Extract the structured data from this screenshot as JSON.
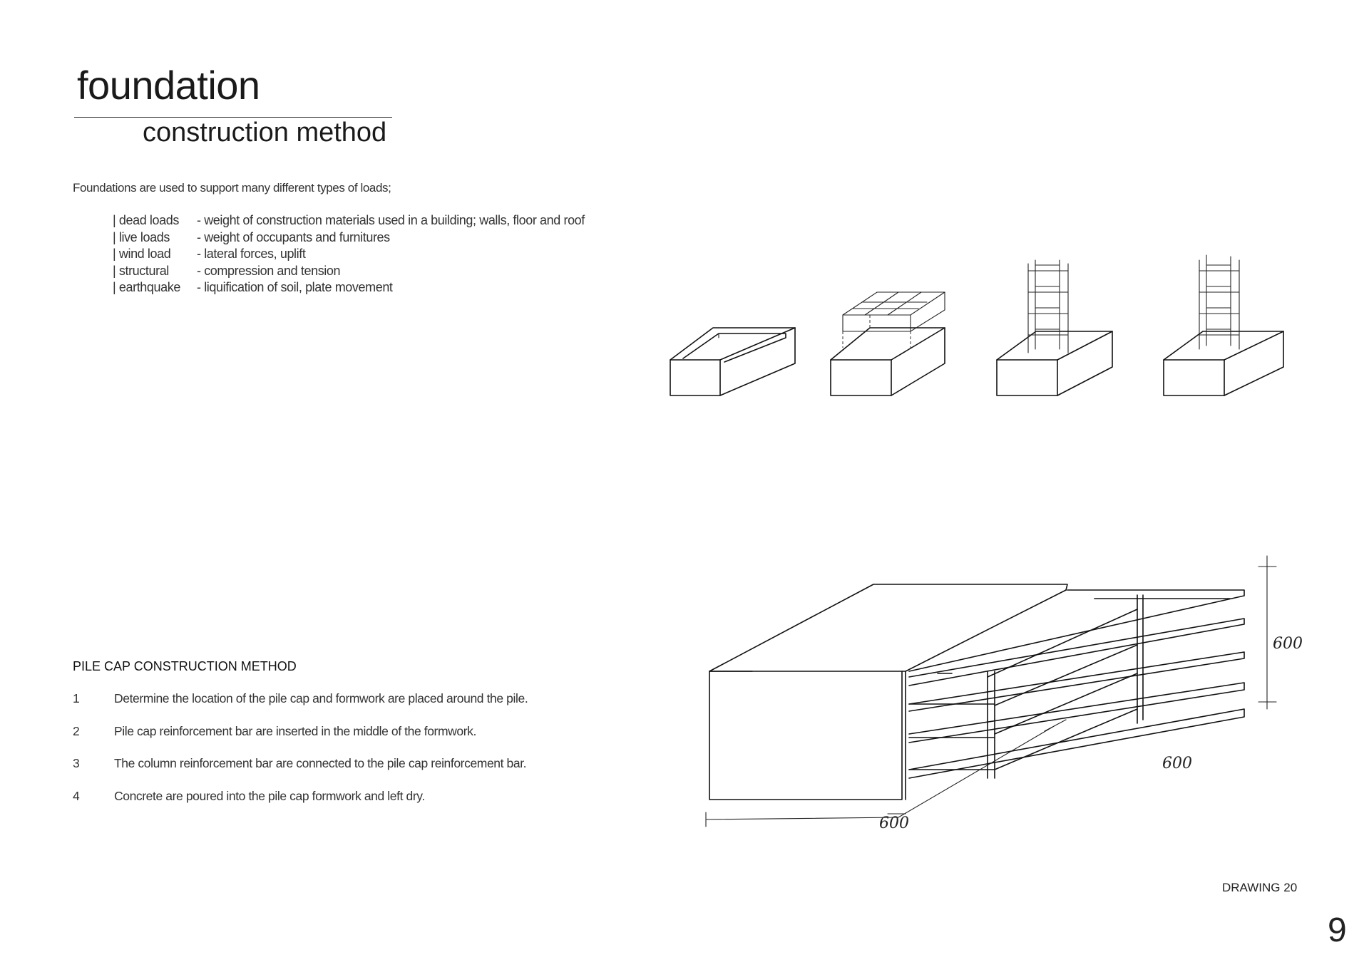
{
  "page": {
    "title": "foundation",
    "subtitle": "construction method",
    "intro": "Foundations are used to support many different types of loads;",
    "loads": [
      {
        "name": "| dead loads",
        "desc": "- weight of construction materials used in a building; walls, floor and roof"
      },
      {
        "name": "| live loads",
        "desc": "- weight of occupants and furnitures"
      },
      {
        "name": "| wind load",
        "desc": "- lateral forces, uplift"
      },
      {
        "name": "| structural",
        "desc": "- compression and tension"
      },
      {
        "name": "| earthquake",
        "desc": "- liquification of soil, plate movement"
      }
    ],
    "method_heading": "PILE CAP CONSTRUCTION METHOD",
    "steps": [
      {
        "num": "1",
        "text": "Determine the location of the pile cap and formwork are placed around the pile."
      },
      {
        "num": "2",
        "text": "Pile cap reinforcement bar are inserted in the middle of the formwork."
      },
      {
        "num": "3",
        "text": "The column reinforcement bar are connected to the pile cap reinforcement bar."
      },
      {
        "num": "4",
        "text": "Concrete are poured into the pile cap formwork and left dry."
      }
    ],
    "drawing_caption": "DRAWING 20",
    "page_number": "9",
    "dimensions": {
      "height": "600",
      "depth": "600",
      "width": "600"
    }
  }
}
